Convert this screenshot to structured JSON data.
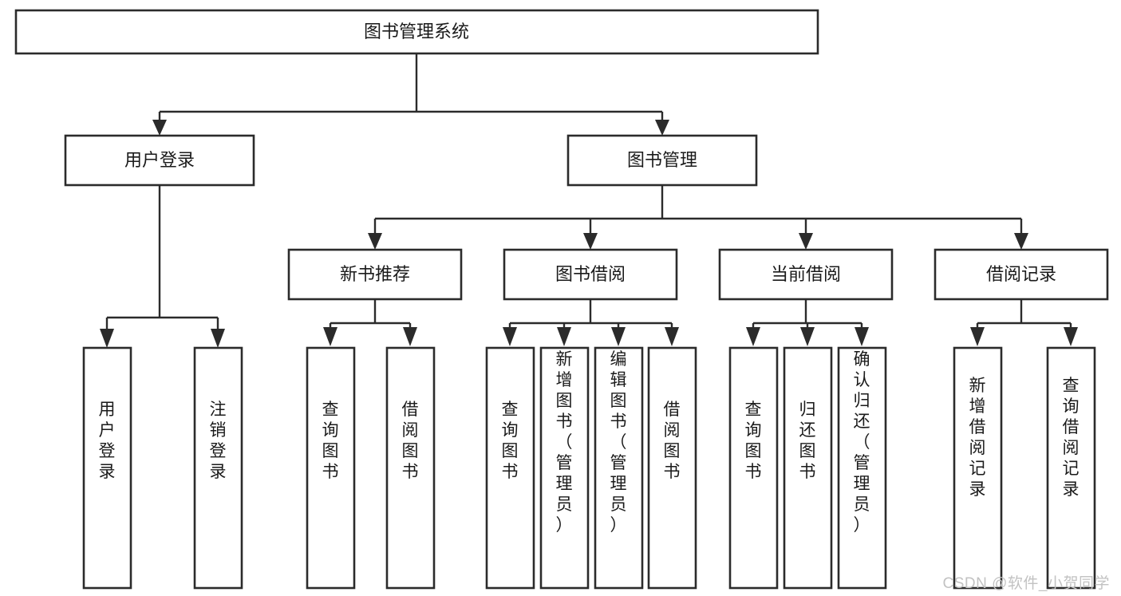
{
  "diagram": {
    "type": "tree",
    "title": "图书管理系统",
    "orientation": "top-down",
    "colors": {
      "box_stroke": "#2b2b2b",
      "box_fill": "#ffffff",
      "text": "#1a1a1a",
      "watermark": "#c2c2c2",
      "background": "#ffffff"
    },
    "root": {
      "label": "图书管理系统"
    },
    "level2": [
      {
        "label": "用户登录"
      },
      {
        "label": "图书管理"
      }
    ],
    "level3": [
      {
        "label": "新书推荐"
      },
      {
        "label": "图书借阅"
      },
      {
        "label": "当前借阅"
      },
      {
        "label": "借阅记录"
      }
    ],
    "leaves": {
      "user_login": [
        {
          "label": "用户登录"
        },
        {
          "label": "注销登录"
        }
      ],
      "new_book_recommend": [
        {
          "label": "查询图书"
        },
        {
          "label": "借阅图书"
        }
      ],
      "book_borrow": [
        {
          "label": "查询图书"
        },
        {
          "label": "新增图书（管理员）"
        },
        {
          "label": "编辑图书（管理员）"
        },
        {
          "label": "借阅图书"
        }
      ],
      "current_borrow": [
        {
          "label": "查询图书"
        },
        {
          "label": "归还图书"
        },
        {
          "label": "确认归还（管理员）"
        }
      ],
      "borrow_record": [
        {
          "label": "新增借阅记录"
        },
        {
          "label": "查询借阅记录"
        }
      ]
    }
  },
  "watermark": {
    "text": "CSDN @软件_小贺同学"
  }
}
